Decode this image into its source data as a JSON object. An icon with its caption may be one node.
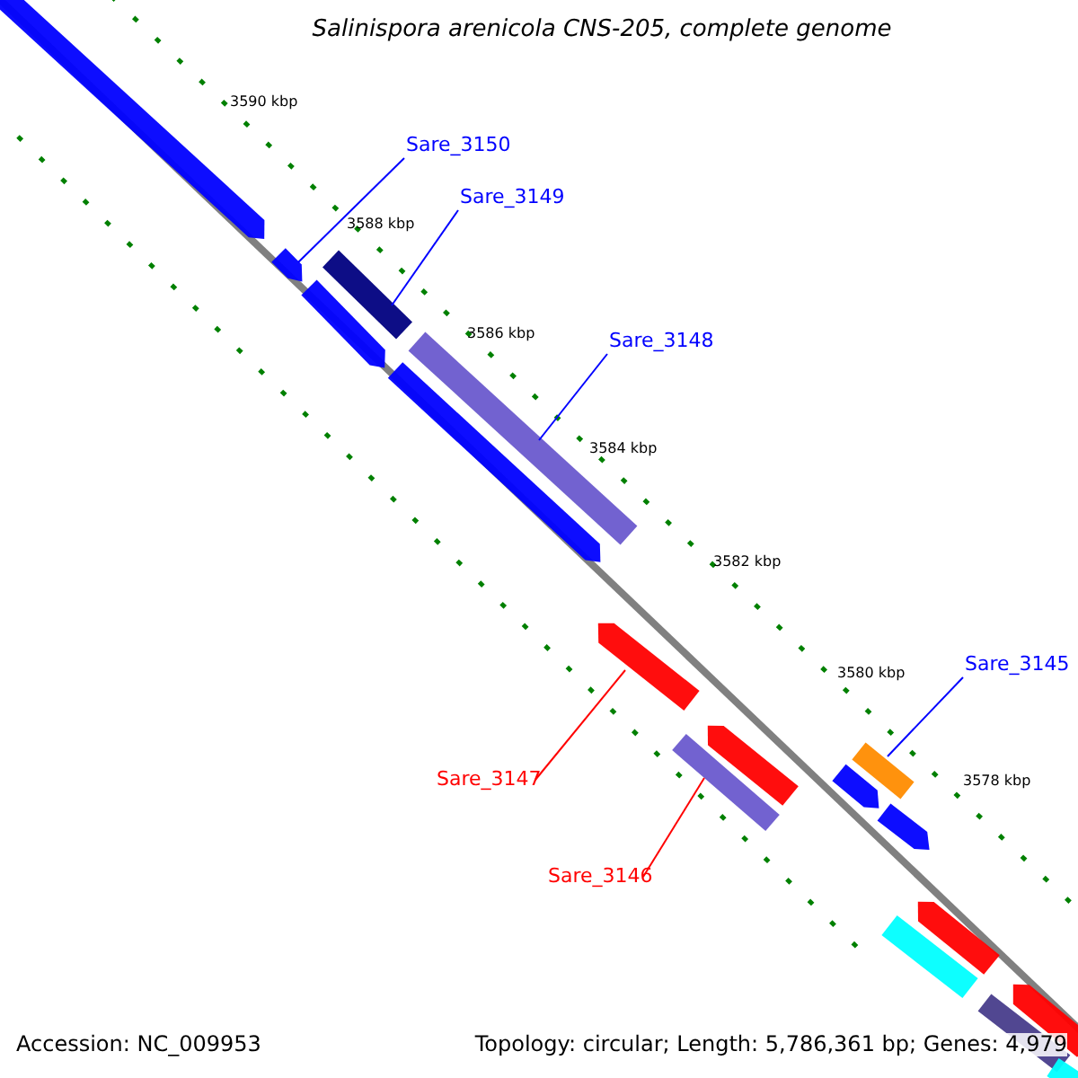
{
  "diagram": {
    "title": "Salinispora arenicola CNS-205, complete genome",
    "nodes": [
      {
        "text": [
          "Sare_3150"
        ]
      },
      {
        "text": [
          "Sare_3149"
        ]
      },
      {
        "text": [
          "Sare_3148"
        ]
      },
      {
        "text": [
          "Sare_3145"
        ]
      },
      {
        "text": [
          "Sare_3147"
        ]
      },
      {
        "text": [
          "Sare_3146"
        ]
      },
      {
        "text": [],
        "shape": "bar"
      },
      {
        "text": [],
        "shape": "bar"
      },
      {
        "text": [],
        "shape": "bar"
      },
      {
        "text": [],
        "shape": "bar"
      },
      {
        "text": [],
        "shape": "bar"
      },
      {
        "text": [],
        "shape": "bar"
      },
      {
        "text": [],
        "shape": "bar"
      },
      {
        "text": [],
        "shape": "bar"
      },
      {
        "text": [],
        "shape": "bar"
      },
      {
        "text": [],
        "shape": "bar"
      },
      {
        "text": [],
        "shape": "bar"
      },
      {
        "text": [],
        "shape": "bar"
      },
      {
        "text": [],
        "shape": "bar"
      },
      {
        "text": [],
        "shape": "bar"
      },
      {
        "text": [],
        "shape": "bar"
      },
      {
        "text": [],
        "shape": "bar"
      },
      {
        "text": [],
        "shape": "bar"
      }
    ],
    "edges": [
      {
        "from": 0,
        "to": 7,
        "arrow": "none"
      },
      {
        "from": 1,
        "to": 8,
        "arrow": "none"
      },
      {
        "from": 2,
        "to": 10,
        "arrow": "none"
      },
      {
        "from": 3,
        "to": 15,
        "arrow": "none"
      },
      {
        "from": 4,
        "to": 12,
        "arrow": "none",
        "color": "#ff0000"
      },
      {
        "from": 5,
        "to": 13,
        "arrow": "none",
        "color": "#ff0000"
      }
    ],
    "labels": [
      "3590 kbp",
      "3588 kbp",
      "3586 kbp",
      "3584 kbp",
      "3582 kbp",
      "3580 kbp",
      "3578 kbp",
      "Accession: NC_009953",
      "Topology: circular; Length: 5,786,361 bp; Genes: 4,979"
    ]
  }
}
